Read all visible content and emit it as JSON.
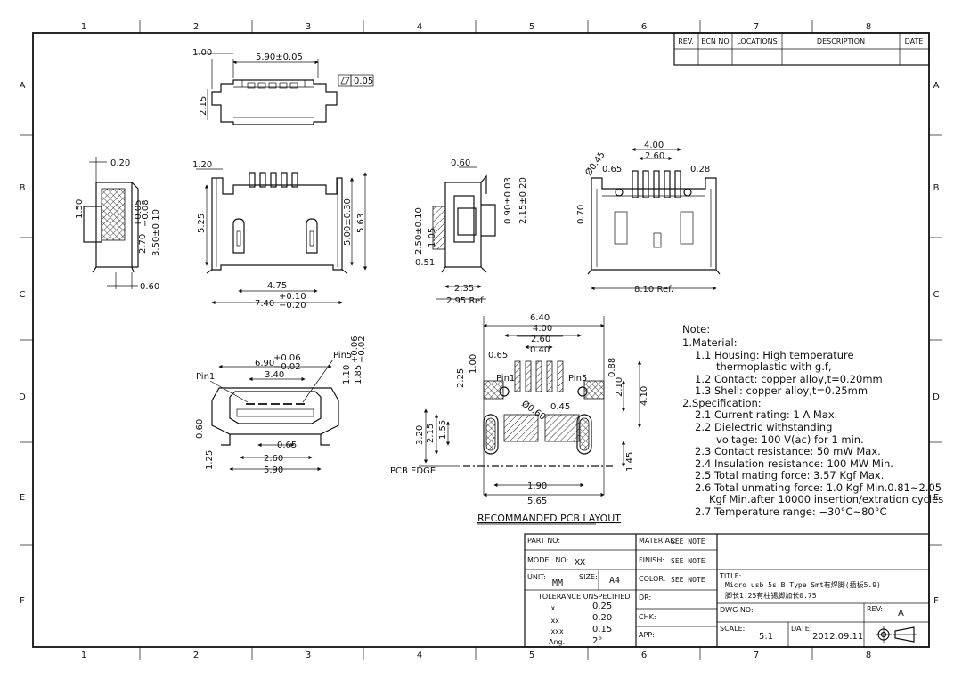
{
  "grid": {
    "columns": [
      "1",
      "2",
      "3",
      "4",
      "5",
      "6",
      "7",
      "8"
    ],
    "rows": [
      "A",
      "B",
      "C",
      "D",
      "E",
      "F"
    ]
  },
  "revision_table": {
    "headers": [
      "REV.",
      "ECN NO",
      "LOCATIONS",
      "DESCRIPTION",
      "DATE"
    ]
  },
  "views": {
    "top": {
      "d_w": "5.90±0.05",
      "d_l": "1.00",
      "d_h": "2.15",
      "flat": "0.05"
    },
    "front": {
      "d_tl": "1.20",
      "d_h": "5.25",
      "d_h2": "5.00±0.30",
      "d_h3": "5.63",
      "d_w1": "4.75",
      "d_w2": "7.40",
      "tol_p": "+0.10",
      "tol_m": "−0.20"
    },
    "left": {
      "d_t": "0.20",
      "d_h": "1.50",
      "d_a": "2.70",
      "d_a_tp": "+0.05",
      "d_a_tm": "−0.08",
      "d_b": "3.50±0.10",
      "d_c": "0.60"
    },
    "side": {
      "d_t": "0.60",
      "d_a": "0.90±0.03",
      "d_b": "2.15±0.20",
      "d_c": "2.50±0.10",
      "d_d": "1.05",
      "d_e": "0.51",
      "d_f": "2.35",
      "d_g": "2.95 Ref."
    },
    "rear": {
      "d_a": "4.00",
      "d_b": "2.60",
      "d_c": "0.65",
      "d_d": "0.28",
      "d_e": "Ø0.45",
      "d_f": "0.70",
      "d_g": "8.10 Ref."
    },
    "end": {
      "pin1": "Pin1",
      "pin5": "Pin5",
      "d_a": "6.90",
      "d_a_tp": "+0.06",
      "d_a_tm": "−0.02",
      "d_b": "3.40",
      "d_c": "1.10",
      "d_d": "1.85",
      "d_d_tp": "+0.06",
      "d_d_tm": "−0.02",
      "d_e": "0.60",
      "d_f": "0.65",
      "d_g": "2.60",
      "d_h": "5.90",
      "d_i": "1.25"
    },
    "pcb": {
      "title": "RECOMMANDED PCB LAYOUT",
      "edge": "PCB EDGE",
      "pin1": "Pin1",
      "pin5": "Pin5",
      "dims": [
        "6.40",
        "4.00",
        "2.60",
        "0.40",
        "0.65",
        "1.00",
        "2.25",
        "0.88",
        "2.10",
        "4.10",
        "Ø0.60",
        "0.45",
        "3.20",
        "2.15",
        "1.55",
        "1.45",
        "1.90",
        "5.65"
      ]
    }
  },
  "notes": {
    "heading": "Note:",
    "lines": [
      "1.Material:",
      "1.1  Housing: High temperature",
      "thermoplastic with g.f,",
      "1.2  Contact: copper alloy,t=0.20mm",
      "1.3  Shell: copper alloy,t=0.25mm",
      "2.Specification:",
      "2.1  Current rating: 1 A Max.",
      "2.2  Dielectric withstanding",
      "voltage: 100 V(ac) for 1 min.",
      "2.3  Contact resistance: 50 mW Max.",
      "2.4  Insulation resistance: 100 MW Min.",
      "2.5  Total mating force: 3.57 Kgf Max.",
      "2.6  Total unmating force: 1.0 Kgf Min.0.81~2.05",
      "Kgf Min.after 10000 insertion/extration cycles",
      "2.7  Temperature range: −30°C~80°C"
    ]
  },
  "title_block": {
    "part_no_label": "PART NO:",
    "part_no": "",
    "model_no_label": "MODEL NO:",
    "model_no": "XX",
    "unit_label": "UNIT:",
    "unit": "MM",
    "size_label": "SIZE:",
    "size": "A4",
    "tolerance_label": "TOLERANCE UNSPECIFIED",
    "tolerances": [
      {
        "k": ".x",
        "v": "0.25"
      },
      {
        "k": ".xx",
        "v": "0.20"
      },
      {
        "k": ".xxx",
        "v": "0.15"
      },
      {
        "k": "Ang.",
        "v": "2°"
      }
    ],
    "material_label": "MATERIAL:",
    "material": "SEE NOTE",
    "finish_label": "FINISH:",
    "finish": "SEE NOTE",
    "color_label": "COLOR:",
    "color": "SEE NOTE",
    "dr_label": "DR:",
    "chk_label": "CHK:",
    "app_label": "APP:",
    "title_label": "TITLE:",
    "title_line1": "Micro usb 5s B Type Smt有焊脚(插板5.9)",
    "title_line2": "脚长1.25有柱锡脚加长0.75",
    "dwg_no_label": "DWG NO:",
    "rev_label": "REV:",
    "rev": "A",
    "scale_label": "SCALE:",
    "scale": "5:1",
    "date_label": "DATE:",
    "date": "2012.09.11"
  }
}
